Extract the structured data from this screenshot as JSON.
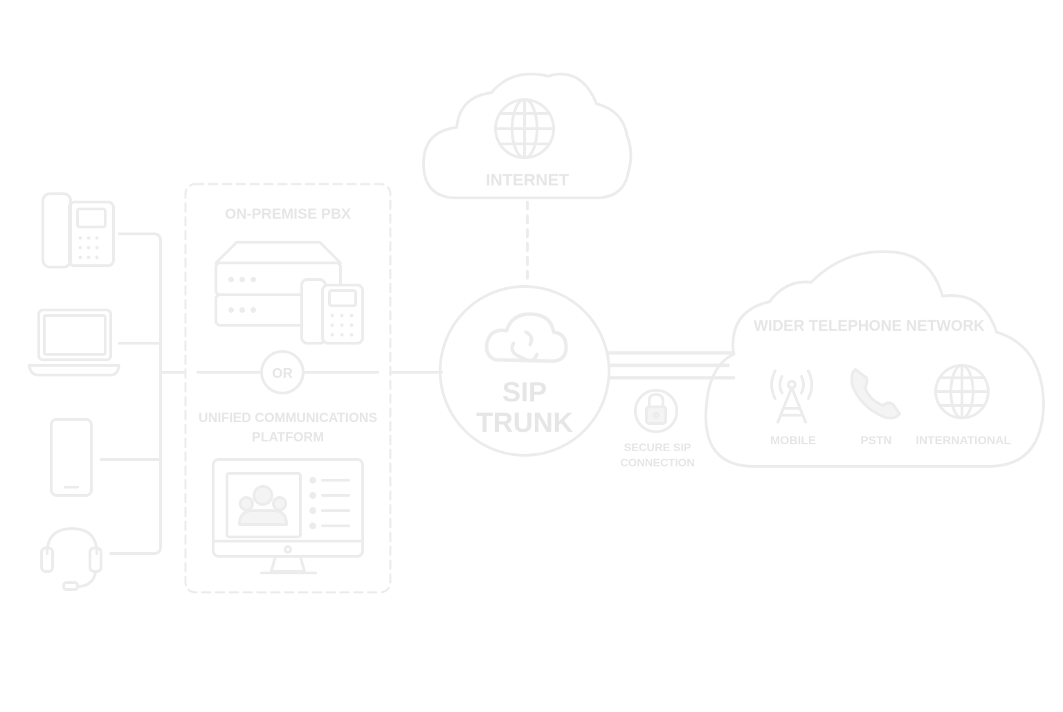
{
  "diagram": {
    "colors": {
      "stroke": "#ececec",
      "fill": "#f7f7f7",
      "text": "#e6e6e6",
      "background": "#ffffff"
    },
    "devices": [
      {
        "name": "desk-phone",
        "icon": "desk-phone-icon"
      },
      {
        "name": "laptop",
        "icon": "laptop-icon"
      },
      {
        "name": "mobile-phone",
        "icon": "smartphone-icon"
      },
      {
        "name": "headset",
        "icon": "headset-icon"
      }
    ],
    "options_box": {
      "pbx_label": "ON-PREMISE PBX",
      "or_label": "OR",
      "ucp_label_line1": "UNIFIED COMMUNICATIONS",
      "ucp_label_line2": "PLATFORM"
    },
    "internet": {
      "label": "INTERNET",
      "icon": "globe-icon"
    },
    "sip_trunk": {
      "label_line1": "SIP",
      "label_line2": "TRUNK",
      "icon": "cloud-link-icon"
    },
    "secure": {
      "label_line1": "SECURE SIP",
      "label_line2": "CONNECTION",
      "icon": "lock-icon"
    },
    "network": {
      "title": "WIDER TELEPHONE NETWORK",
      "items": [
        {
          "label": "MOBILE",
          "icon": "cell-tower-icon"
        },
        {
          "label": "PSTN",
          "icon": "phone-handset-icon"
        },
        {
          "label": "INTERNATIONAL",
          "icon": "globe-icon"
        }
      ]
    }
  }
}
